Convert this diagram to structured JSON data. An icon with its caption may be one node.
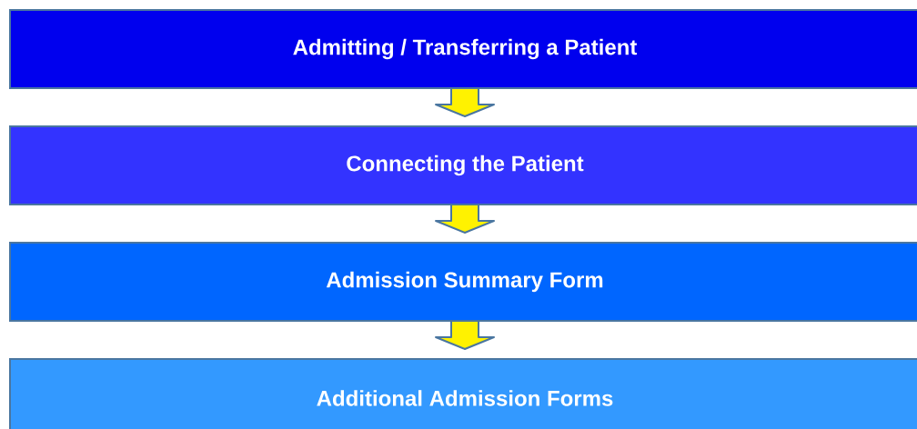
{
  "diagram": {
    "nodes": [
      {
        "text": [
          "Admitting / Transferring a Patient"
        ]
      },
      {
        "text": [
          "Connecting the Patient"
        ]
      },
      {
        "text": [
          "Admission Summary Form"
        ]
      },
      {
        "text": [
          "Additional Admission Forms"
        ]
      }
    ],
    "edges": [
      {
        "from": 0,
        "to": 1,
        "arrow": "to"
      },
      {
        "from": 1,
        "to": 2,
        "arrow": "to"
      },
      {
        "from": 2,
        "to": 3,
        "arrow": "to"
      }
    ]
  }
}
